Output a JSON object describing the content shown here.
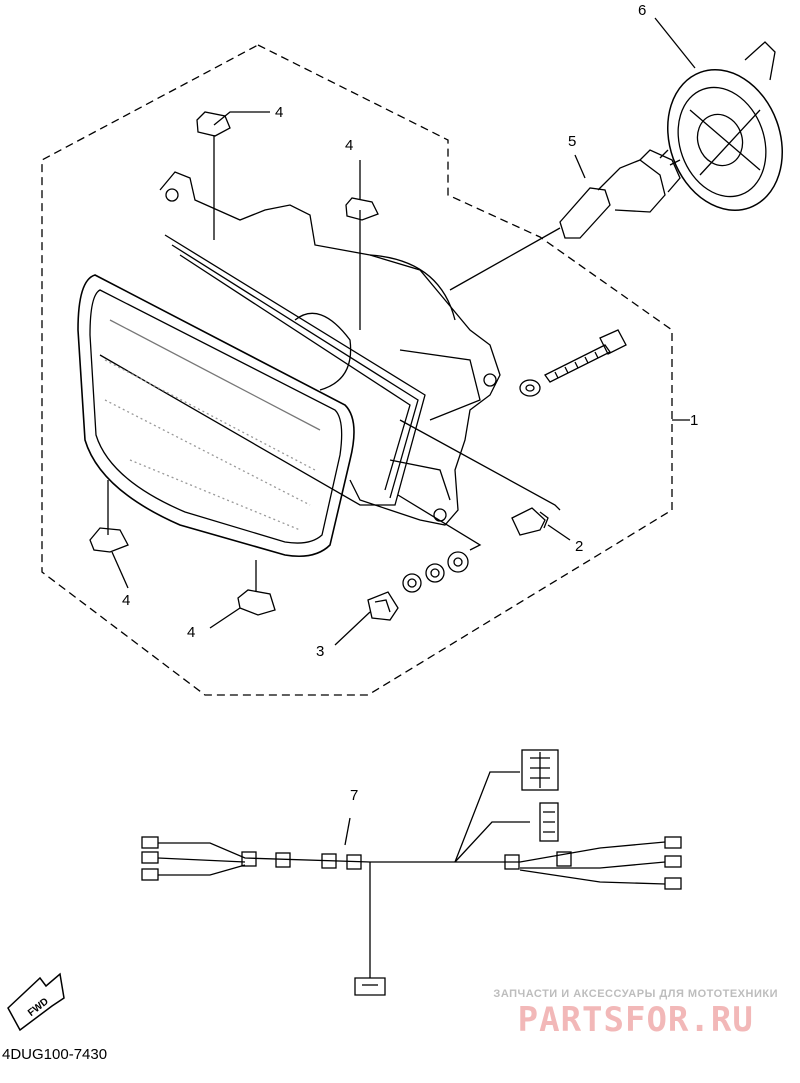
{
  "callouts": {
    "c1": "1",
    "c2": "2",
    "c3": "3",
    "c4a": "4",
    "c4b": "4",
    "c4c": "4",
    "c4d": "4",
    "c5": "5",
    "c6": "6",
    "c7": "7"
  },
  "fwd_label": "FWD",
  "diagram_code": "4DUG100-7430",
  "watermark": {
    "subtitle": "ЗАПЧАСТИ И АКСЕССУАРЫ ДЛЯ МОТОТЕХНИКИ",
    "logo": "PARTSFOR.RU"
  }
}
